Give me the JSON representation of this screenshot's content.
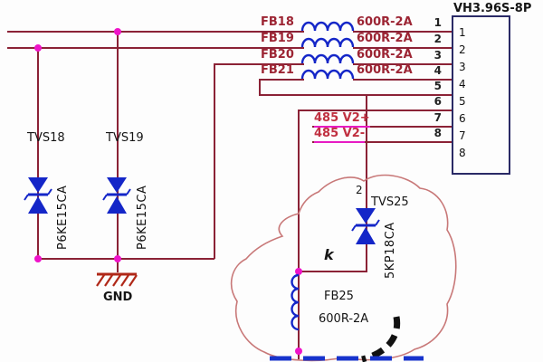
{
  "connector": {
    "label": "VH3.96S-8P",
    "pins": [
      "1",
      "2",
      "3",
      "4",
      "5",
      "6",
      "7",
      "8"
    ]
  },
  "fb_rows": [
    {
      "name": "FB18",
      "value": "600R-2A",
      "pin": "1"
    },
    {
      "name": "FB19",
      "value": "600R-2A",
      "pin": "2"
    },
    {
      "name": "FB20",
      "value": "600R-2A",
      "pin": "3"
    },
    {
      "name": "FB21",
      "value": "600R-2A",
      "pin": "4"
    }
  ],
  "pins_only": {
    "pin5": "5",
    "pin6": "6"
  },
  "signals": [
    {
      "label": "485 V2+",
      "pin": "7"
    },
    {
      "label": "485 V2-",
      "pin": "8"
    }
  ],
  "tvs18": {
    "name": "TVS18",
    "part": "P6KE15CA"
  },
  "tvs19": {
    "name": "TVS19",
    "part": "P6KE15CA"
  },
  "tvs25": {
    "name": "TVS25",
    "part": "5KP18CA",
    "pin_mark": "2"
  },
  "fb25": {
    "name": "FB25",
    "value": "600R-2A"
  },
  "ground": {
    "label": "GND"
  },
  "annotation": {
    "letter": "k"
  },
  "colors": {
    "wire": "#8b2236",
    "junction_dot": "#ef14c9",
    "component_blue": "#1426c8",
    "label_maroon": "#9c2433",
    "signal_underline": "#e71bc3",
    "ground_symbol": "#b02818",
    "annotation_blob": "#c87878",
    "connector_border": "#2a2a66"
  }
}
